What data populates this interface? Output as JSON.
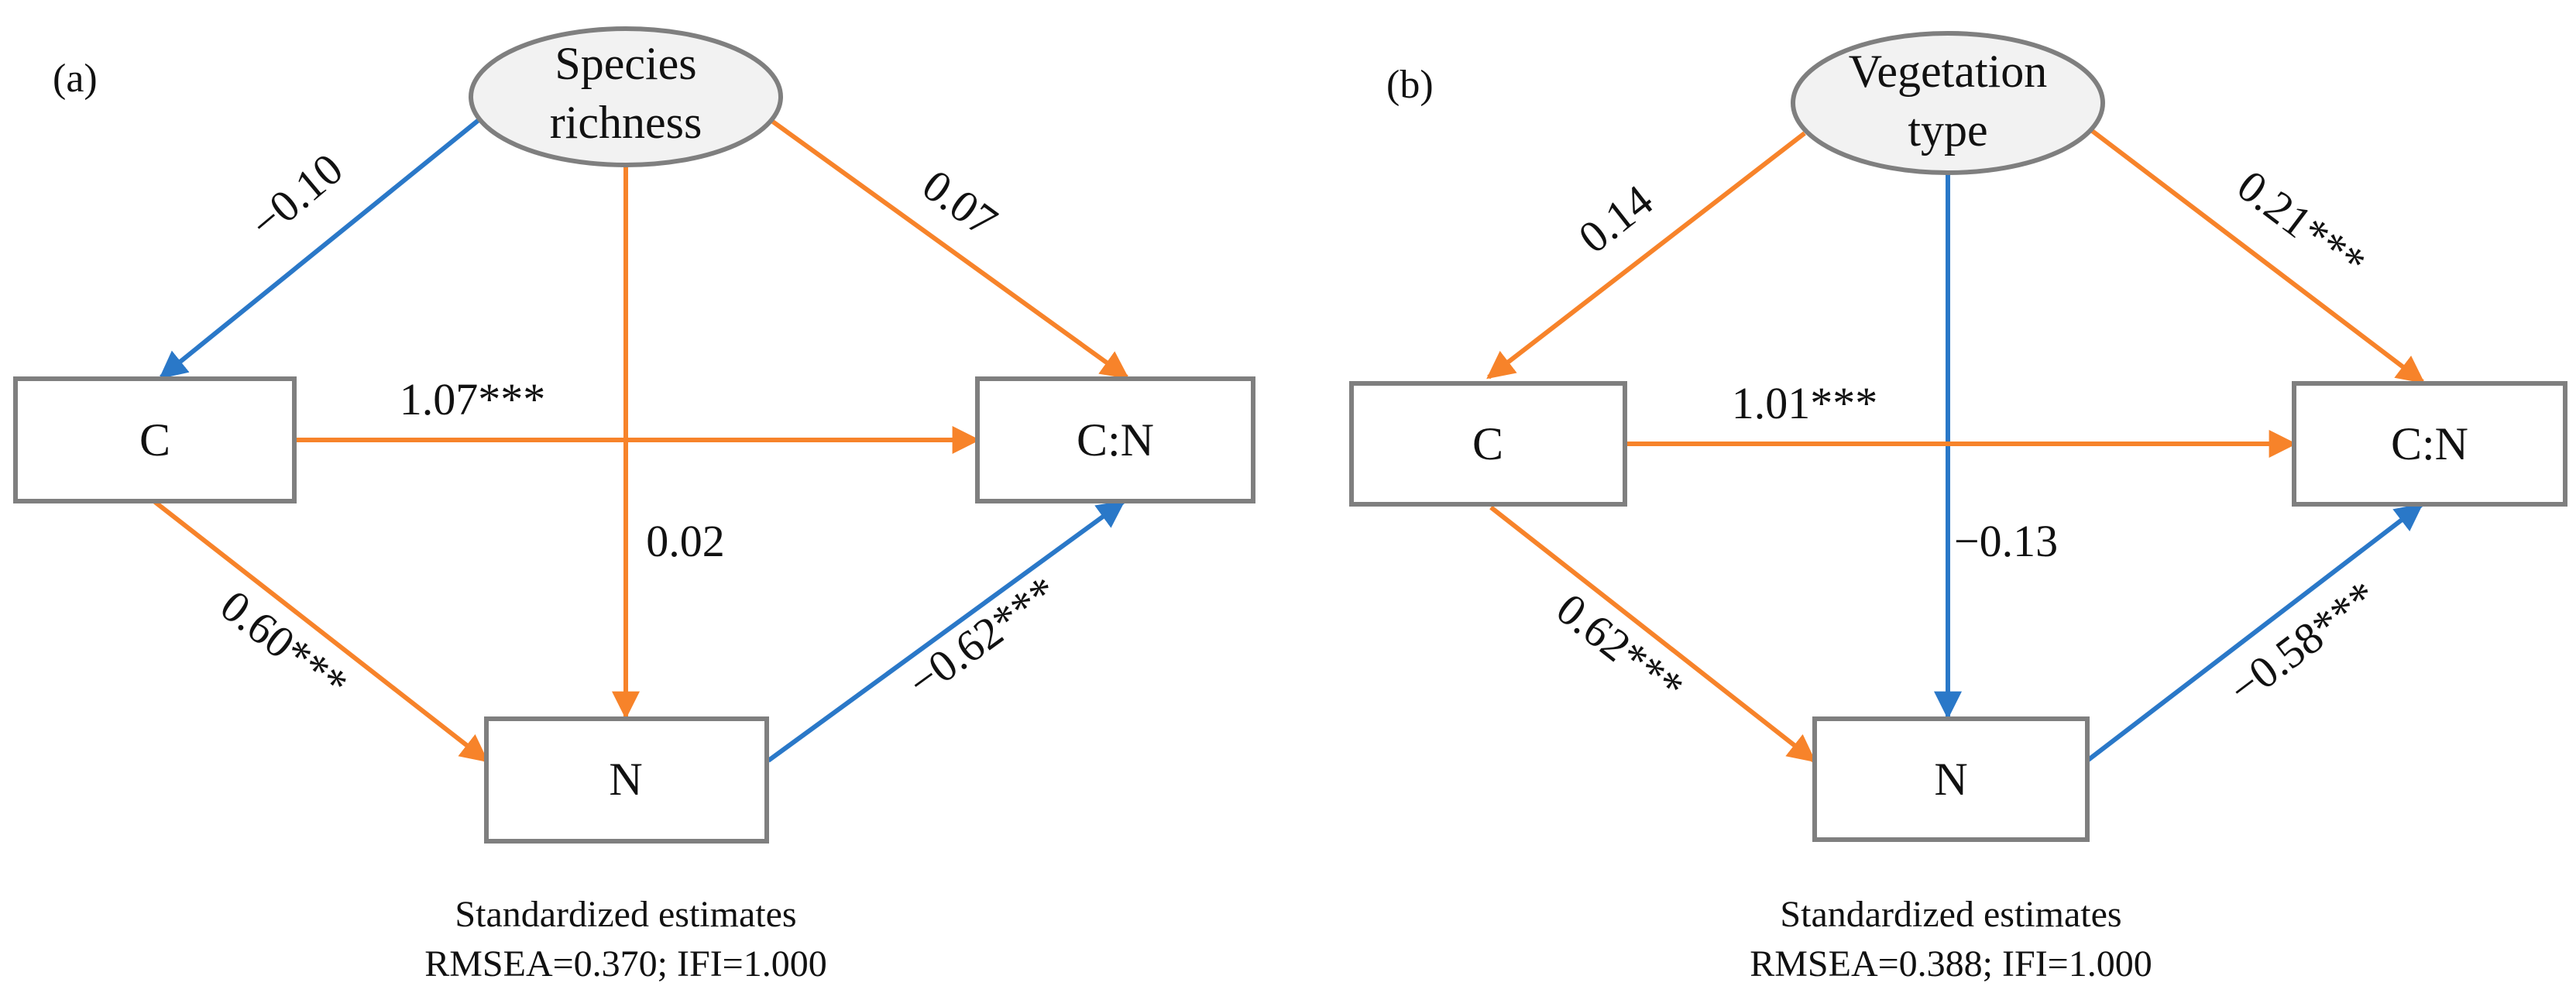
{
  "colors": {
    "positive": "#f7832a",
    "negative": "#2a78c8",
    "node_border": "#7f7f7f",
    "ellipse_fill": "#f2f2f2",
    "text": "#111111"
  },
  "panels": [
    {
      "id": "a",
      "label": "(a)",
      "latent": {
        "line1": "Species",
        "line2": "richness"
      },
      "nodes": {
        "C": "C",
        "N": "N",
        "CN": "C:N"
      },
      "paths": [
        {
          "from": "latent",
          "to": "C",
          "coef": "−0.10",
          "sign": "negative"
        },
        {
          "from": "latent",
          "to": "N",
          "coef": "0.02",
          "sign": "positive"
        },
        {
          "from": "latent",
          "to": "C:N",
          "coef": "0.07",
          "sign": "positive"
        },
        {
          "from": "C",
          "to": "C:N",
          "coef": "1.07***",
          "sign": "positive"
        },
        {
          "from": "C",
          "to": "N",
          "coef": "0.60***",
          "sign": "positive"
        },
        {
          "from": "N",
          "to": "C:N",
          "coef": "−0.62***",
          "sign": "negative"
        }
      ],
      "footer": {
        "line1": "Standardized estimates",
        "line2": "RMSEA=0.370; IFI=1.000"
      }
    },
    {
      "id": "b",
      "label": "(b)",
      "latent": {
        "line1": "Vegetation",
        "line2": "type"
      },
      "nodes": {
        "C": "C",
        "N": "N",
        "CN": "C:N"
      },
      "paths": [
        {
          "from": "latent",
          "to": "C",
          "coef": "0.14",
          "sign": "positive"
        },
        {
          "from": "latent",
          "to": "N",
          "coef": "−0.13",
          "sign": "negative"
        },
        {
          "from": "latent",
          "to": "C:N",
          "coef": "0.21***",
          "sign": "positive"
        },
        {
          "from": "C",
          "to": "C:N",
          "coef": "1.01***",
          "sign": "positive"
        },
        {
          "from": "C",
          "to": "N",
          "coef": "0.62***",
          "sign": "positive"
        },
        {
          "from": "N",
          "to": "C:N",
          "coef": "−0.58***",
          "sign": "negative"
        }
      ],
      "footer": {
        "line1": "Standardized estimates",
        "line2": "RMSEA=0.388; IFI=1.000"
      }
    }
  ]
}
